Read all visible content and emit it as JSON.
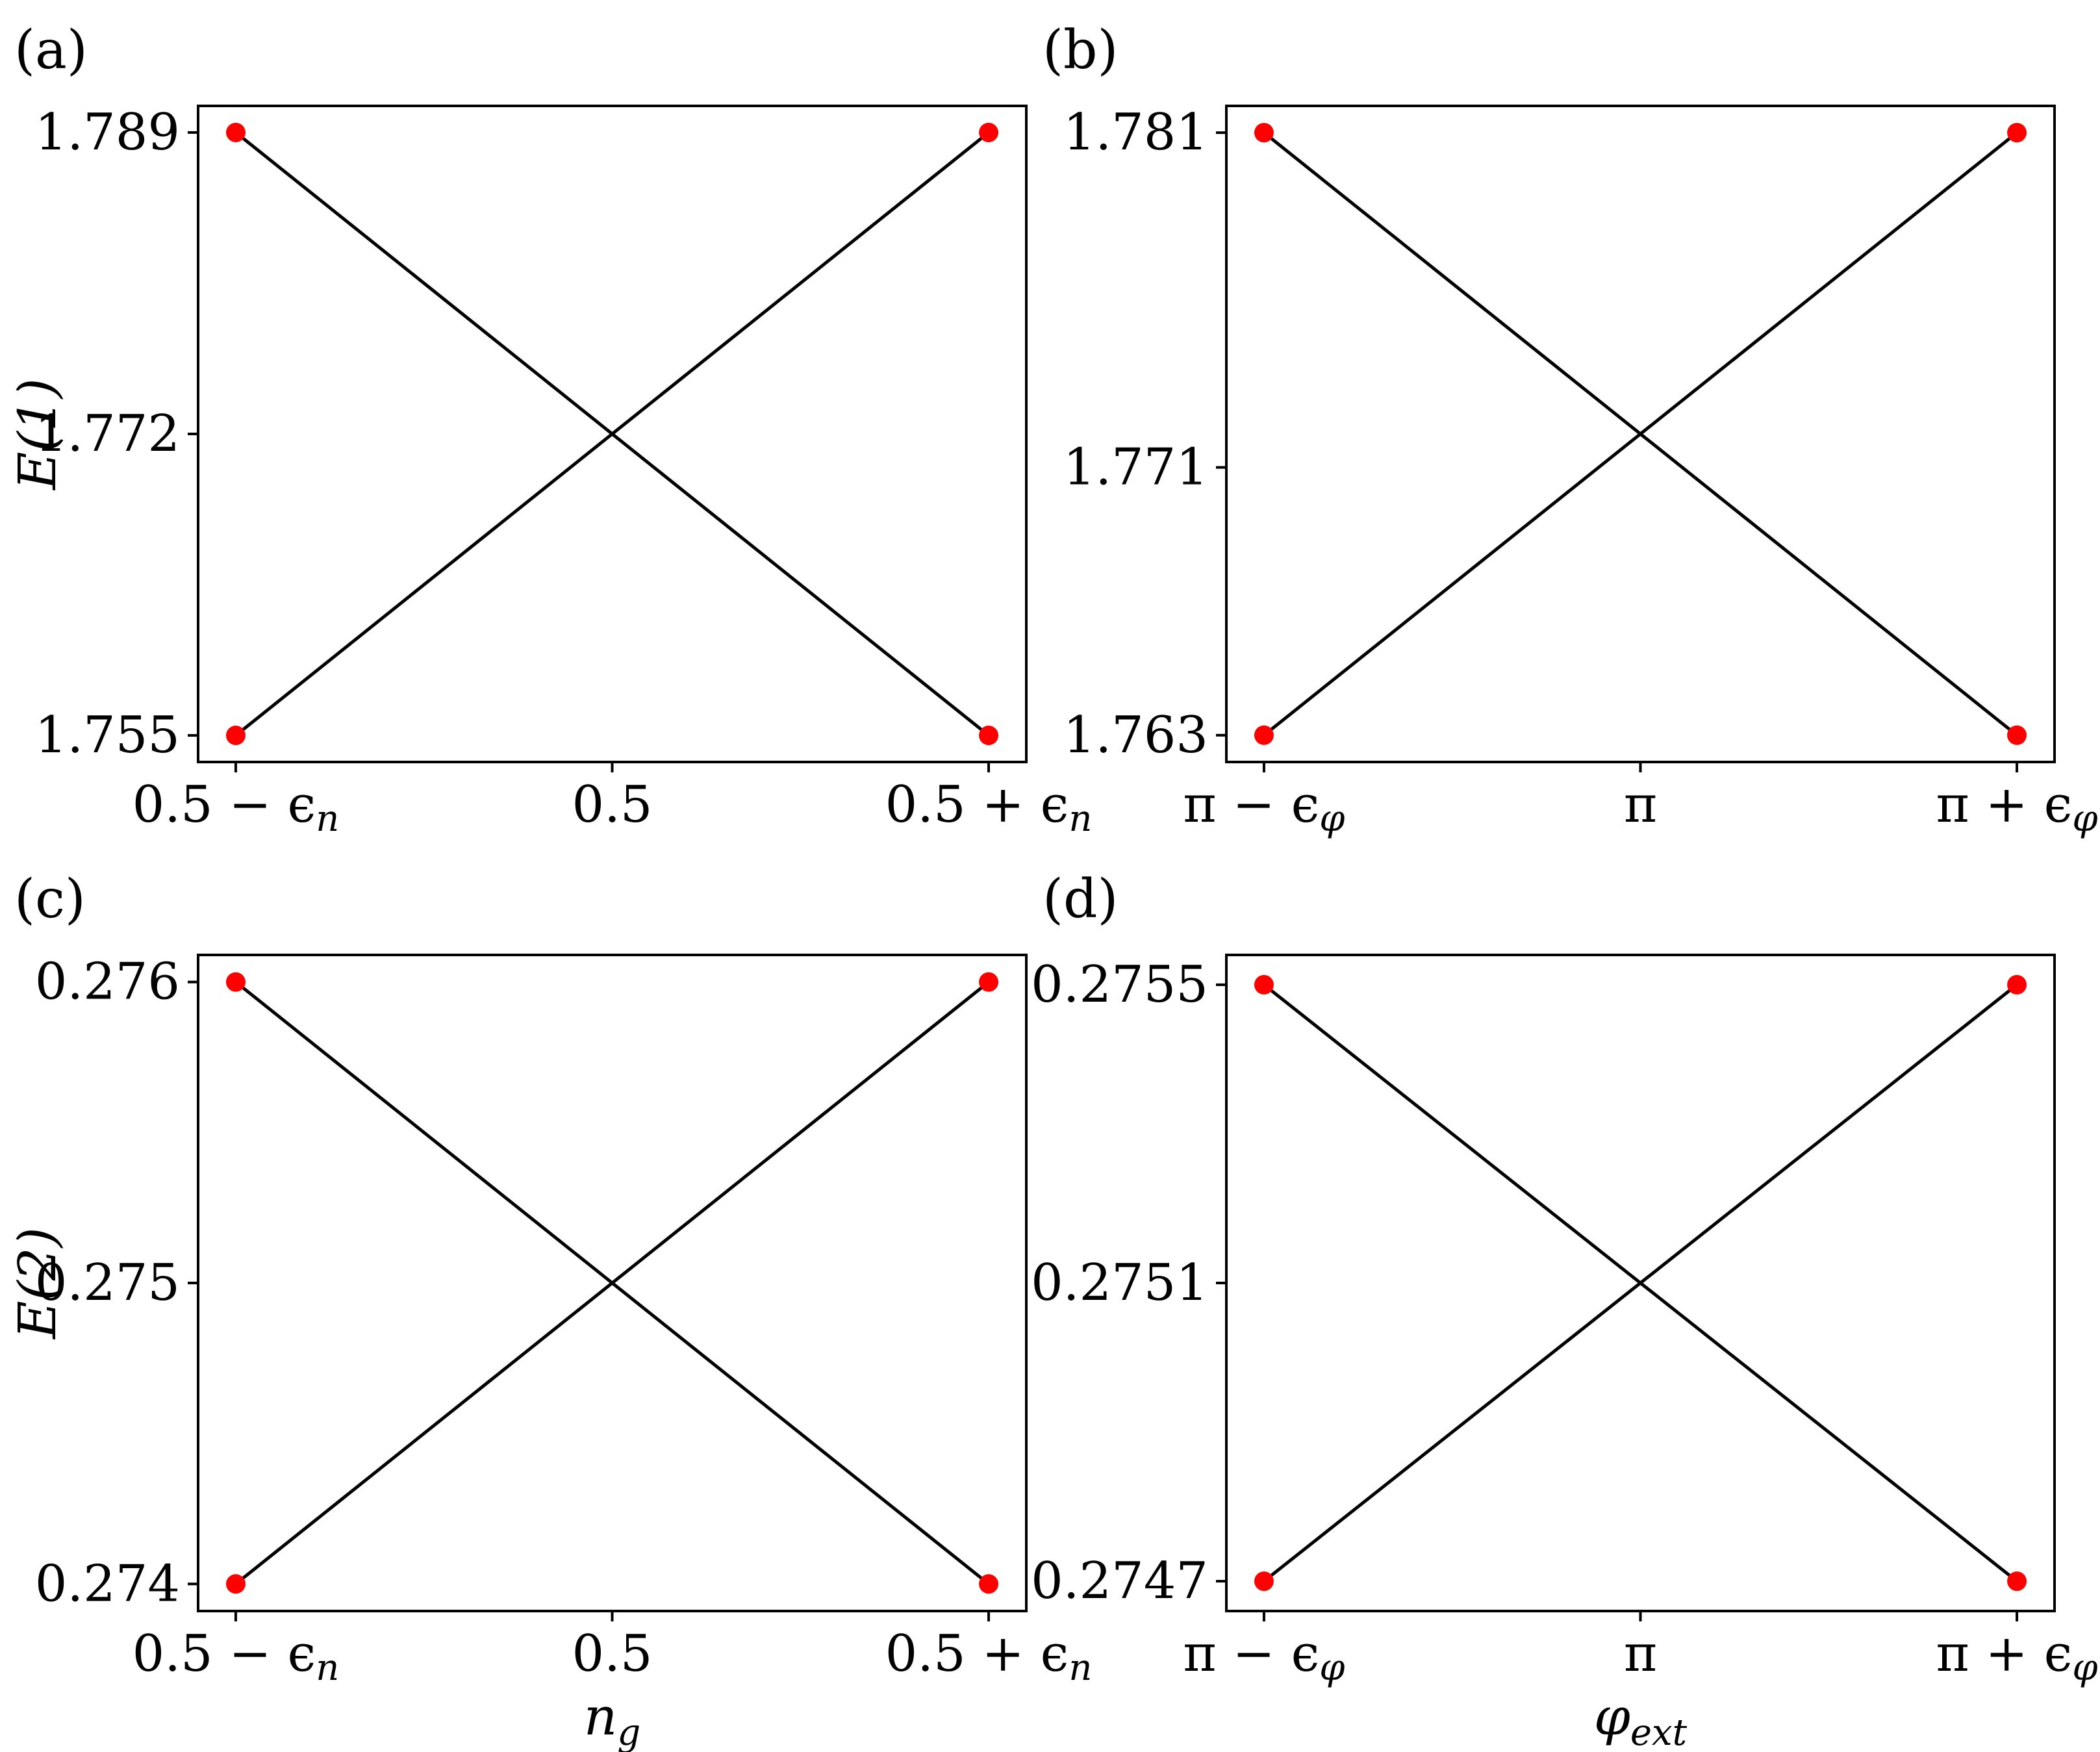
{
  "chart_data": [
    {
      "type": "line",
      "panel_label": "(a)",
      "xlabel": "",
      "ylabel": "E(1)",
      "xticks": [
        "0.5 − ϵ",
        "0.5",
        "0.5 + ϵ"
      ],
      "xtick_subscript": "n",
      "yticks": [
        1.789,
        1.772,
        1.755
      ],
      "ytick_labels": [
        "1.789",
        "1.772",
        "1.755"
      ],
      "ylim": [
        1.7535,
        1.7905
      ],
      "series": [
        {
          "points": [
            [
              -1,
              1.789
            ],
            [
              1,
              1.755
            ]
          ]
        },
        {
          "points": [
            [
              -1,
              1.755
            ],
            [
              1,
              1.789
            ]
          ]
        }
      ],
      "line_color": "#000000",
      "marker_color": "#ff0000",
      "grid": false
    },
    {
      "type": "line",
      "panel_label": "(b)",
      "xlabel": "",
      "ylabel": "",
      "xticks": [
        "π − ϵ",
        "π",
        "π + ϵ"
      ],
      "xtick_subscript": "φ",
      "yticks": [
        1.781,
        1.771,
        1.763
      ],
      "ytick_labels": [
        "1.781",
        "1.771",
        "1.763"
      ],
      "ylim": [
        1.7622,
        1.7818
      ],
      "series": [
        {
          "points": [
            [
              -1,
              1.781
            ],
            [
              1,
              1.763
            ]
          ]
        },
        {
          "points": [
            [
              -1,
              1.763
            ],
            [
              1,
              1.781
            ]
          ]
        }
      ],
      "line_color": "#000000",
      "marker_color": "#ff0000",
      "grid": false
    },
    {
      "type": "line",
      "panel_label": "(c)",
      "xlabel": "n",
      "xlabel_subscript": "g",
      "ylabel": "E(2)",
      "xticks": [
        "0.5 − ϵ",
        "0.5",
        "0.5 + ϵ"
      ],
      "xtick_subscript": "n",
      "yticks": [
        0.276,
        0.275,
        0.274
      ],
      "ytick_labels": [
        "0.276",
        "0.275",
        "0.274"
      ],
      "ylim": [
        0.27391,
        0.27609
      ],
      "series": [
        {
          "points": [
            [
              -1,
              0.276
            ],
            [
              1,
              0.274
            ]
          ]
        },
        {
          "points": [
            [
              -1,
              0.274
            ],
            [
              1,
              0.276
            ]
          ]
        }
      ],
      "line_color": "#000000",
      "marker_color": "#ff0000",
      "grid": false
    },
    {
      "type": "line",
      "panel_label": "(d)",
      "xlabel": "φ",
      "xlabel_subscript": "ext",
      "ylabel": "",
      "xticks": [
        "π − ϵ",
        "π",
        "π + ϵ"
      ],
      "xtick_subscript": "φ",
      "yticks": [
        0.2755,
        0.2751,
        0.2747
      ],
      "ytick_labels": [
        "0.2755",
        "0.2751",
        "0.2747"
      ],
      "ylim": [
        0.27466,
        0.27554
      ],
      "series": [
        {
          "points": [
            [
              -1,
              0.2755
            ],
            [
              1,
              0.2747
            ]
          ]
        },
        {
          "points": [
            [
              -1,
              0.2747
            ],
            [
              1,
              0.2755
            ]
          ]
        }
      ],
      "line_color": "#000000",
      "marker_color": "#ff0000",
      "grid": false
    }
  ]
}
